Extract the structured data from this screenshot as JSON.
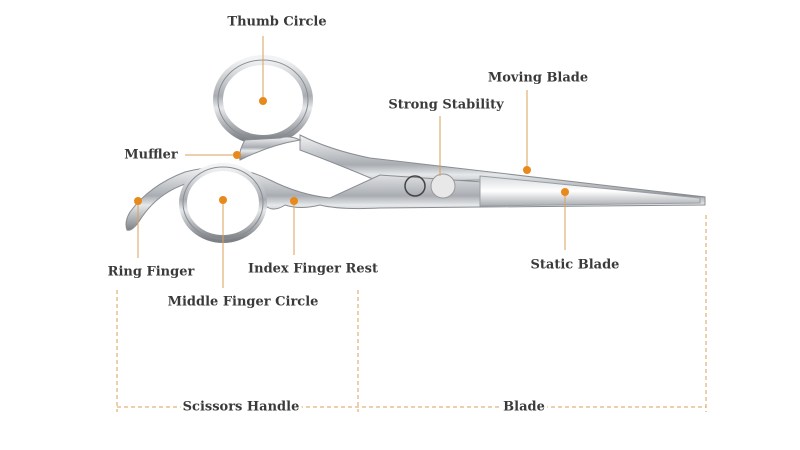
{
  "labels": {
    "thumb_circle": "Thumb Circle",
    "moving_blade": "Moving Blade",
    "strong_stability": "Strong Stability",
    "muffler": "Muffler",
    "ring_finger": "Ring Finger",
    "index_finger_rest": "Index Finger Rest",
    "static_blade": "Static Blade",
    "middle_finger_circle": "Middle Finger Circle",
    "scissors_handle": "Scissors Handle",
    "blade": "Blade"
  },
  "colors": {
    "accent": "#e8891c",
    "line": "#d9a15e",
    "text": "#3a3a3a",
    "steel": "#b9bcc0"
  }
}
